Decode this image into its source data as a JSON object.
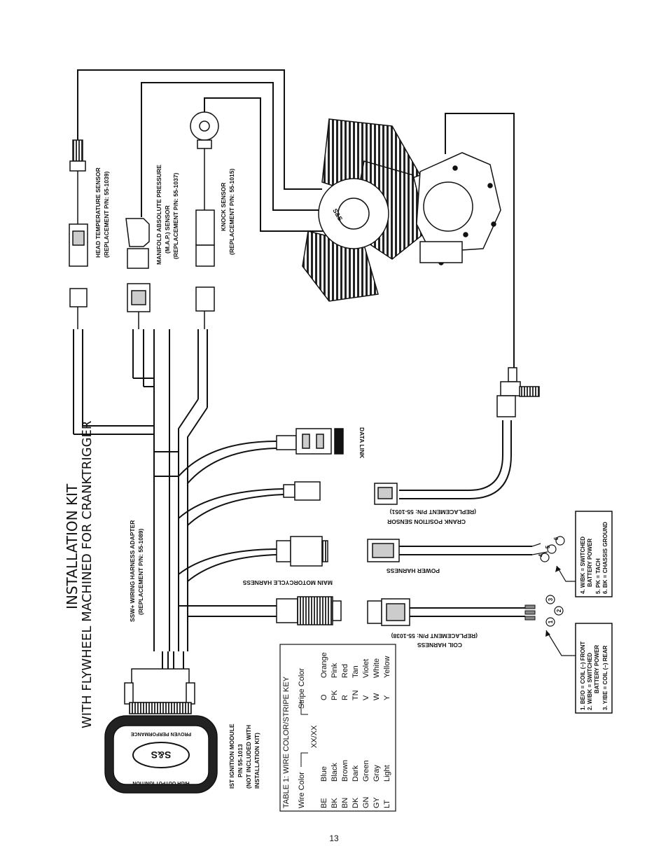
{
  "title": {
    "line1": "INSTALLATION KIT",
    "line2": "WITH FLYWHEEL MACHINED FOR CRANKTRIGGER"
  },
  "labels": {
    "head_temp": {
      "line1": "HEAD TEMPERATURE SENSOR",
      "line2": "(REPLACEMENT P/N: 55-1039)"
    },
    "map_sensor": {
      "line1": "MANIFOLD ABSOLUTE PRESSURE",
      "line2": "(M.A.P.) SENSOR",
      "line3": "(REPLACEMENT P/N: 55-1037)"
    },
    "knock_sensor": {
      "line1": "KNOCK SENSOR",
      "line2": "(REPLACEMENT P/N: 55-1015)"
    },
    "data_link": "DATA LINK",
    "harness_adapter": {
      "line1": "SSW+ WIRING HARNESS ADAPTER",
      "line2": "(REPLACEMENT P/N: 55-1089)"
    },
    "main_harness": "MAIN MOTORCYCLE HARNESS",
    "crank_sensor": {
      "line1": "CRANK POSITION SENSOR",
      "line2": "(REPLACEMENT P/N: 55-1051)"
    },
    "power_harness": "POWER HARNESS",
    "coil_harness": {
      "line1": "COIL HARNESS",
      "line2": "(REPLACEMENT P/N: 55-1038)"
    },
    "ignition_module": {
      "line1": "IST IGNITION MODULE",
      "line2": "P/N 55-1013",
      "line3": "(NOT INCLUDED WITH",
      "line4": "INSTALLATION KIT)"
    },
    "module_top_text": "PROVEN PERFORMANCE",
    "module_bottom_text": "HIGH OUTPUT IGNITION",
    "module_logo": "S&S",
    "engine_logo": "S&S"
  },
  "pins": {
    "power": [
      "4",
      "5",
      "6"
    ],
    "coil": [
      "1",
      "2",
      "3"
    ]
  },
  "power_key": [
    "4. W/BK = SWITCHED",
    "BATTERY POWER",
    "5. PK = TACH",
    "6. BK = CHASSIS GROUND"
  ],
  "coil_key": [
    "1. BE/O = COIL (–) FRONT",
    "2. W/BK = SWITCHED",
    "BATTERY POWER",
    "3. Y/BE = COIL (–) REAR"
  ],
  "color_table": {
    "title": "TABLE 1: WIRE COLOR/STRIPE KEY",
    "wire_color_label": "Wire Color",
    "pattern": "XX/XX",
    "stripe_color_label": "Stripe Color",
    "wire_rows": [
      {
        "code": "BE",
        "name": "Blue"
      },
      {
        "code": "BK",
        "name": "Black"
      },
      {
        "code": "BN",
        "name": "Brown"
      },
      {
        "code": "DK",
        "name": "Dark"
      },
      {
        "code": "GN",
        "name": "Green"
      },
      {
        "code": "GY",
        "name": "Gray"
      },
      {
        "code": "LT",
        "name": "Light"
      }
    ],
    "stripe_rows": [
      {
        "code": "O",
        "name": "Orange"
      },
      {
        "code": "PK",
        "name": "Pink"
      },
      {
        "code": "R",
        "name": "Red"
      },
      {
        "code": "TN",
        "name": "Tan"
      },
      {
        "code": "V",
        "name": "Violet"
      },
      {
        "code": "W",
        "name": "White"
      },
      {
        "code": "Y",
        "name": "Yellow"
      }
    ]
  },
  "page_number": "13"
}
